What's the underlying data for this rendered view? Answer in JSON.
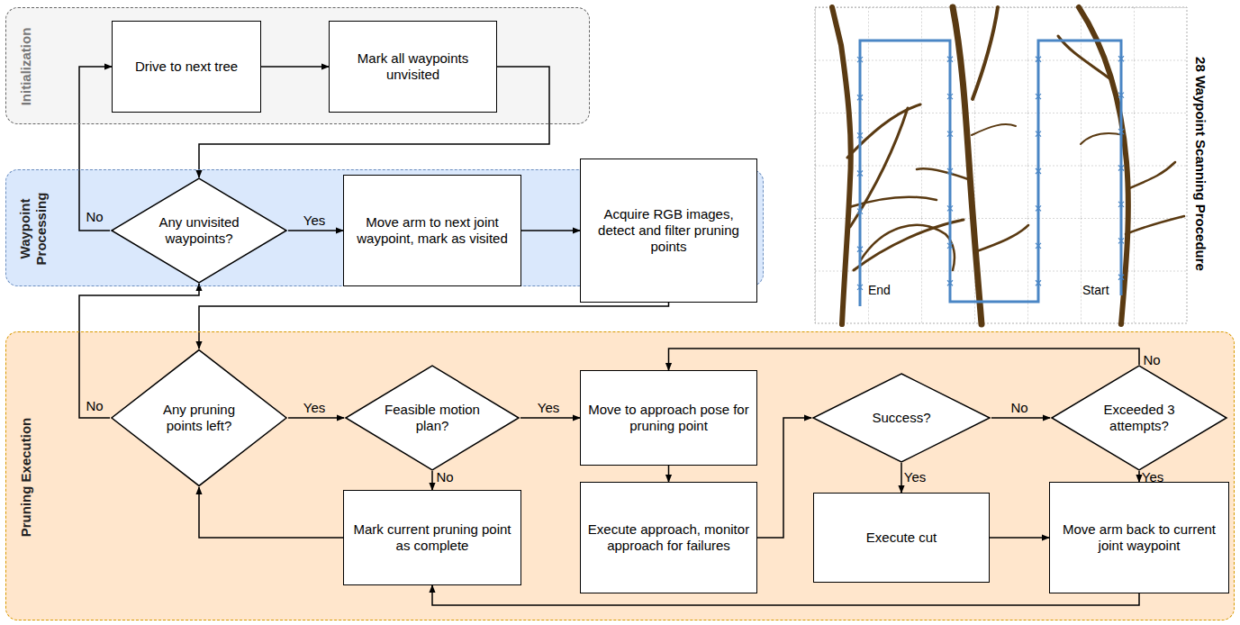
{
  "diagram": {
    "nodes": [
      {
        "text": [
          "Initialization"
        ]
      },
      {
        "text": [
          "Drive to next tree"
        ],
        "in": 0
      },
      {
        "text": [
          "Mark all waypoints unvisited"
        ],
        "in": 0
      },
      {
        "text": [
          "Waypoint Processing"
        ]
      },
      {
        "text": [
          "Any unvisited waypoints?"
        ],
        "in": 3
      },
      {
        "text": [
          "Move arm to next joint waypoint, mark as visited"
        ],
        "in": 3
      },
      {
        "text": [
          "Acquire RGB images, detect and filter pruning points"
        ],
        "in": 3
      },
      {
        "text": [
          "Pruning Execution"
        ]
      },
      {
        "text": [
          "Any pruning points left?"
        ],
        "in": 7
      },
      {
        "text": [
          "Feasible motion plan?"
        ],
        "in": 7
      },
      {
        "text": [
          "Move to approach pose for pruning point"
        ],
        "in": 7
      },
      {
        "text": [
          "Success?"
        ],
        "in": 7
      },
      {
        "text": [
          "Exceeded 3 attempts?"
        ],
        "in": 7
      },
      {
        "text": [
          "Mark current pruning point as complete"
        ],
        "in": 7
      },
      {
        "text": [
          "Execute approach, monitor approach for failures"
        ],
        "in": 7
      },
      {
        "text": [
          "Execute cut"
        ],
        "in": 7
      },
      {
        "text": [
          "Move arm back to current joint waypoint"
        ],
        "in": 7
      }
    ],
    "edges": [
      {
        "from": 1,
        "to": 2,
        "arrow": "to"
      },
      {
        "from": 2,
        "to": 4,
        "arrow": "to"
      },
      {
        "from": 4,
        "to": 5,
        "label": "Yes",
        "arrow": "to"
      },
      {
        "from": 5,
        "to": 6,
        "arrow": "to"
      },
      {
        "from": 6,
        "to": 8,
        "arrow": "to"
      },
      {
        "from": 4,
        "to": 1,
        "label": "No",
        "arrow": "to"
      },
      {
        "from": 8,
        "to": 9,
        "label": "Yes",
        "arrow": "to"
      },
      {
        "from": 8,
        "to": 4,
        "label": "No",
        "arrow": "to"
      },
      {
        "from": 9,
        "to": 10,
        "label": "Yes",
        "arrow": "to"
      },
      {
        "from": 9,
        "to": 13,
        "label": "No",
        "arrow": "to"
      },
      {
        "from": 13,
        "to": 8,
        "arrow": "to"
      },
      {
        "from": 10,
        "to": 14,
        "arrow": "to"
      },
      {
        "from": 14,
        "to": 11,
        "arrow": "to"
      },
      {
        "from": 11,
        "to": 12,
        "label": "No",
        "arrow": "to"
      },
      {
        "from": 11,
        "to": 15,
        "label": "Yes",
        "arrow": "to"
      },
      {
        "from": 12,
        "to": 10,
        "label": "No",
        "arrow": "to"
      },
      {
        "from": 12,
        "to": 16,
        "label": "Yes",
        "arrow": "to"
      },
      {
        "from": 15,
        "to": 16,
        "arrow": "to"
      },
      {
        "from": 16,
        "to": 13,
        "arrow": "to"
      }
    ],
    "labels": [
      "28 Waypoint Scanning Procedure",
      "End",
      "Start"
    ]
  }
}
